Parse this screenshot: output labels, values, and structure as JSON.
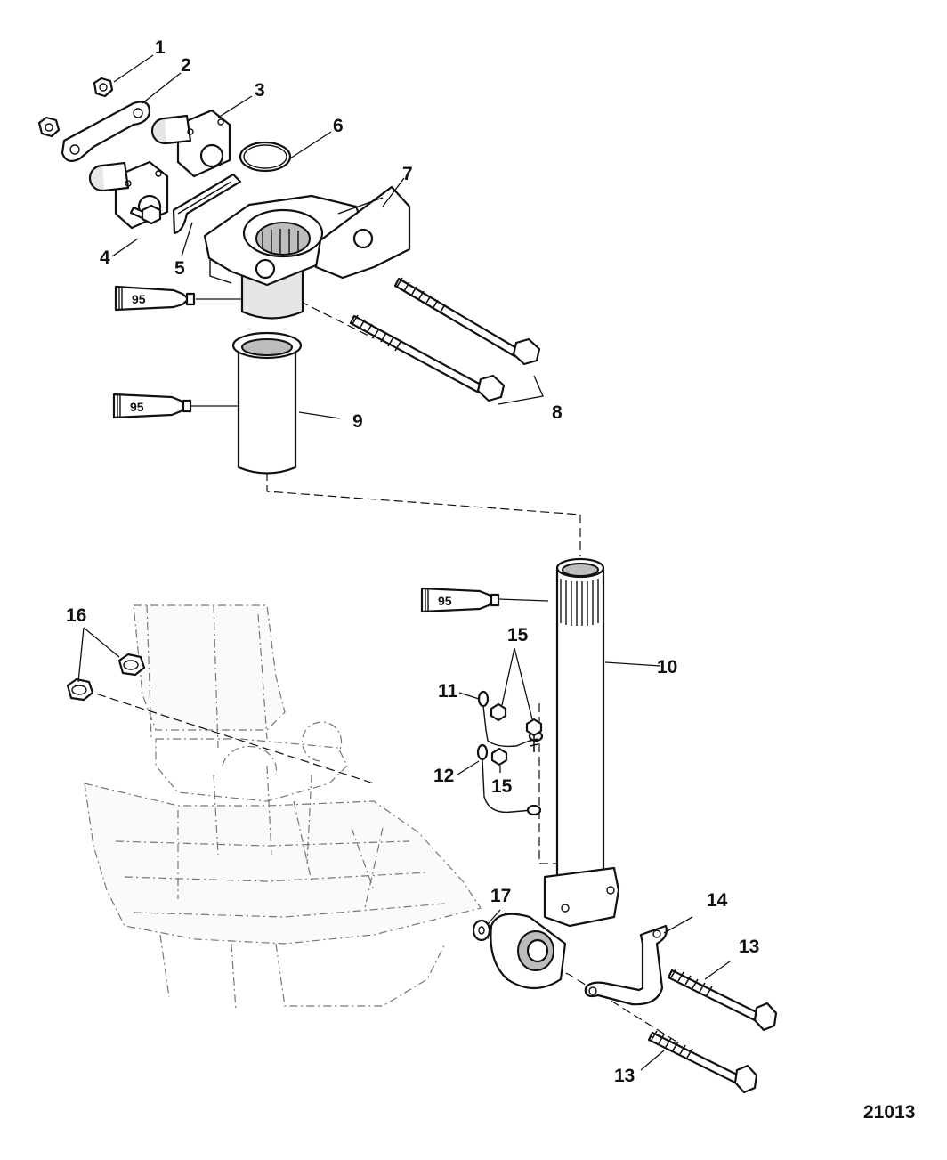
{
  "figure": {
    "id_number": "21013",
    "callouts": {
      "c1": "1",
      "c2": "2",
      "c3": "3",
      "c4": "4",
      "c5": "5",
      "c6": "6",
      "c7": "7",
      "c8": "8",
      "c9": "9",
      "c10": "10",
      "c11": "11",
      "c12": "12",
      "c13a": "13",
      "c13b": "13",
      "c14": "14",
      "c15a": "15",
      "c15b": "15",
      "c16": "16",
      "c17": "17"
    },
    "lubricant_tubes": {
      "t1": "95",
      "t2": "95",
      "t3": "95"
    }
  },
  "colors": {
    "line": "#111111",
    "ghost": "#777777",
    "background": "#ffffff"
  }
}
